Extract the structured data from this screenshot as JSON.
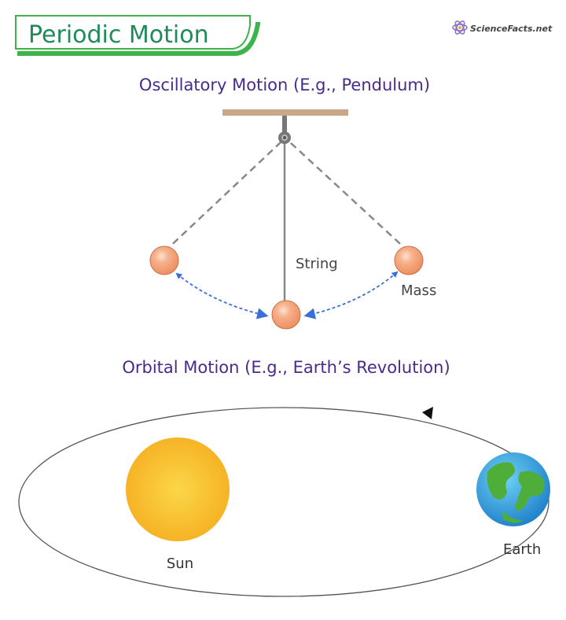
{
  "header": {
    "title": "Periodic Motion",
    "logo_text": "ScienceFacts.net"
  },
  "oscillatory": {
    "heading": "Oscillatory Motion (E.g., Pendulum)",
    "string_label": "String",
    "mass_label": "Mass"
  },
  "orbital": {
    "heading": "Orbital Motion (E.g., Earth’s Revolution)",
    "sun_label": "Sun",
    "earth_label": "Earth"
  },
  "colors": {
    "title_green": "#1f8a5a",
    "accent_green": "#3cb44a",
    "heading_purple": "#4a2a8a",
    "mass_orange": "#f4a378",
    "support_tan": "#c9a88a",
    "arrow_blue": "#3a6fd8",
    "sun_yellow": "#f7bb22"
  }
}
